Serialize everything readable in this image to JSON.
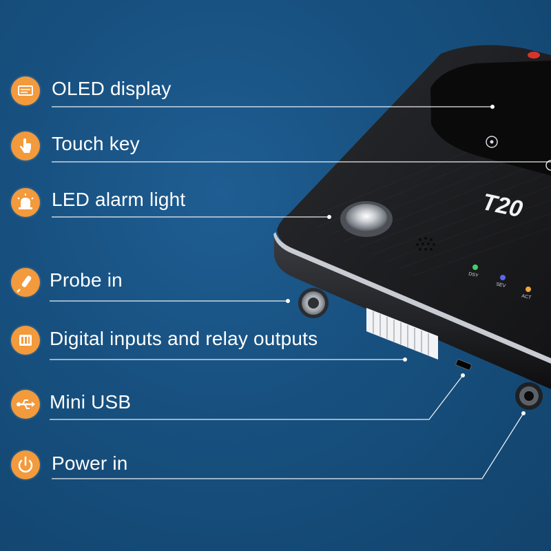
{
  "features": [
    {
      "label": "OLED display",
      "icon": "display-icon"
    },
    {
      "label": "Touch key",
      "icon": "touch-hand-icon"
    },
    {
      "label": "LED alarm light",
      "icon": "alarm-light-icon"
    },
    {
      "label": "Probe in",
      "icon": "probe-icon"
    },
    {
      "label": "Digital inputs and relay outputs",
      "icon": "terminal-block-icon"
    },
    {
      "label": "Mini USB",
      "icon": "usb-icon"
    },
    {
      "label": "Power in",
      "icon": "power-icon"
    }
  ],
  "device": {
    "model": "T20",
    "led_labels": [
      "DSY",
      "SEV",
      "ACT"
    ]
  },
  "colors": {
    "background": "#17507f",
    "icon": "#f29a3c",
    "text": "#ffffff",
    "device_body": "#1c1c1e"
  }
}
